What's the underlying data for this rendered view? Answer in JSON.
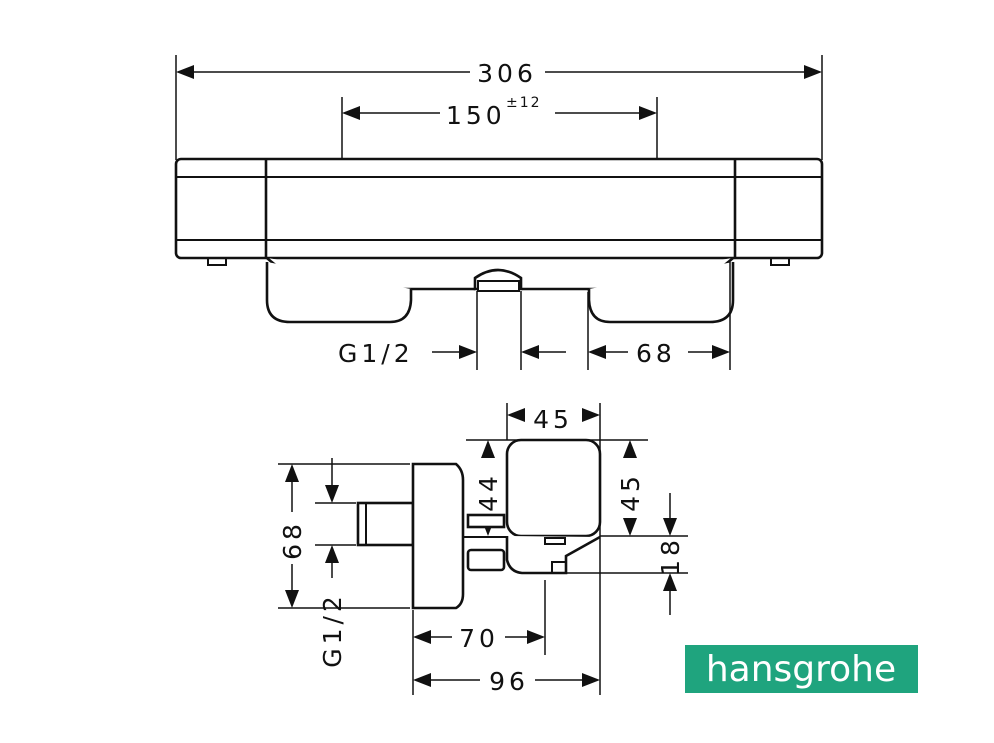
{
  "top_view": {
    "dim_overall_width": "306",
    "dim_center_distance": "150",
    "dim_center_tolerance": "±12",
    "dim_outlet_thread": "G1/2",
    "dim_outlet_to_handle": "68"
  },
  "side_view": {
    "dim_head_width": "45",
    "dim_head_offset": "44",
    "dim_head_height": "45",
    "dim_spout_height": "18",
    "dim_plate_height": "68",
    "dim_inlet_thread": "G1/2",
    "dim_outlet_projection": "70",
    "dim_total_projection": "96"
  },
  "logo": {
    "text": "hansgrohe",
    "color": "#1fa47e"
  }
}
